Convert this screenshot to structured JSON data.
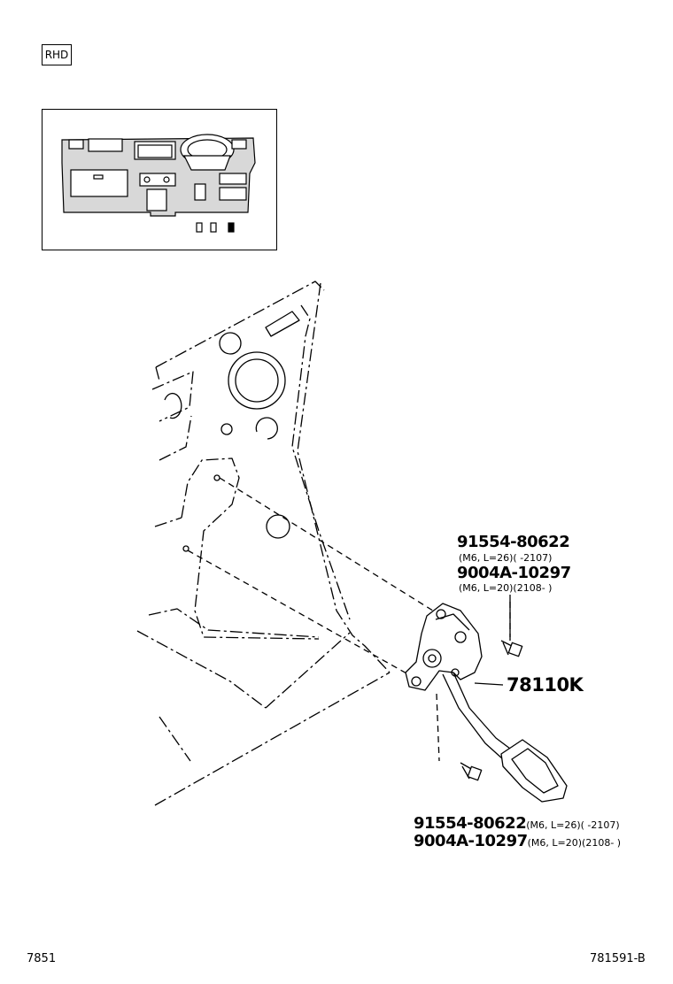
{
  "badge": {
    "label": "RHD"
  },
  "callouts": {
    "top": {
      "part_a": "91554-80622",
      "spec_a": "(M6, L=26)(       -2107)",
      "part_b": "9004A-10297",
      "spec_b": "(M6, L=20)(2108-       )"
    },
    "assembly": {
      "part": "78110K"
    },
    "bottom": {
      "part_a": "91554-80622",
      "spec_a": "(M6, L=26)(       -2107)",
      "part_b": "9004A-10297",
      "spec_b": "(M6, L=20)(2108-       )"
    }
  },
  "footer": {
    "section": "7851",
    "illustration_id": "781591-B"
  }
}
